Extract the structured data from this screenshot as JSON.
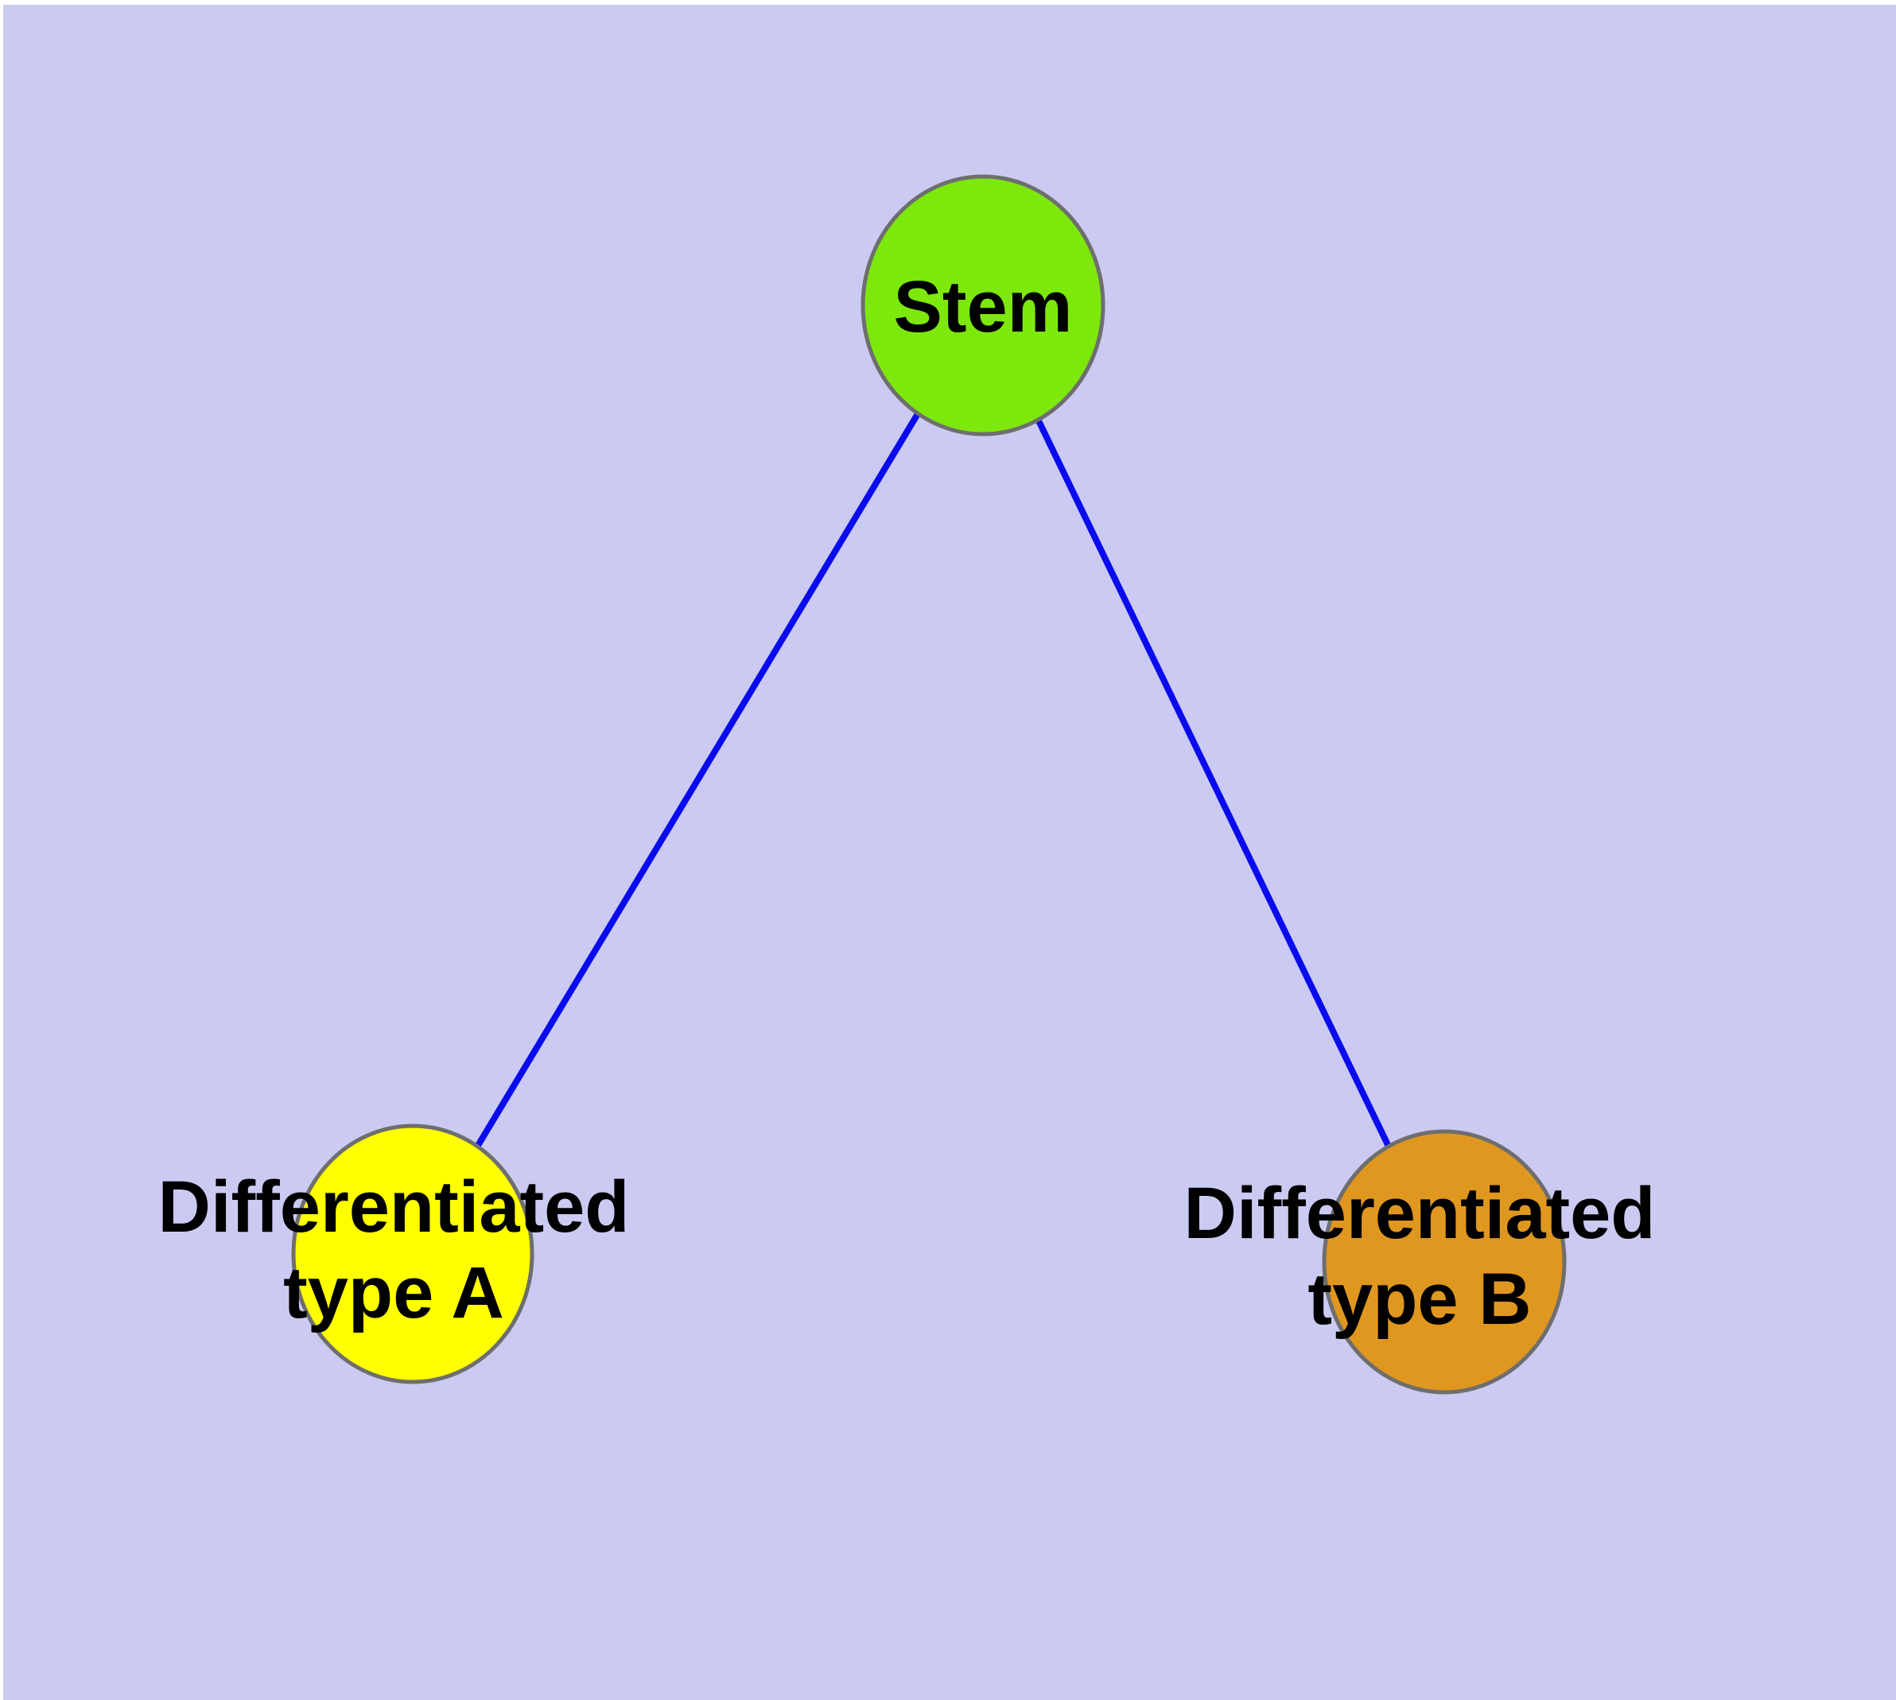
{
  "diagram": {
    "type": "graph",
    "description": "Stem cell differentiation network: one stem node connected to two differentiated cell-type nodes",
    "background_color": "#CACAF2",
    "outer_margin_color": "#FFFFFF",
    "edge_color": "#0A0AEE",
    "node_border_color": "#6E6E6E",
    "label_color": "#000000",
    "nodes": [
      {
        "id": "stem",
        "label_lines": {
          "0": "Stem"
        },
        "fill": "#7DE80C"
      },
      {
        "id": "type-a",
        "label_lines": {
          "0": "Differentiated",
          "1": "type A"
        },
        "fill": "#FFFF00"
      },
      {
        "id": "type-b",
        "label_lines": {
          "0": "Differentiated",
          "1": "type B"
        },
        "fill": "#E0971F"
      }
    ],
    "edges": [
      {
        "from": "Stem",
        "to": "Differentiated type A"
      },
      {
        "from": "Stem",
        "to": "Differentiated type B"
      }
    ]
  }
}
